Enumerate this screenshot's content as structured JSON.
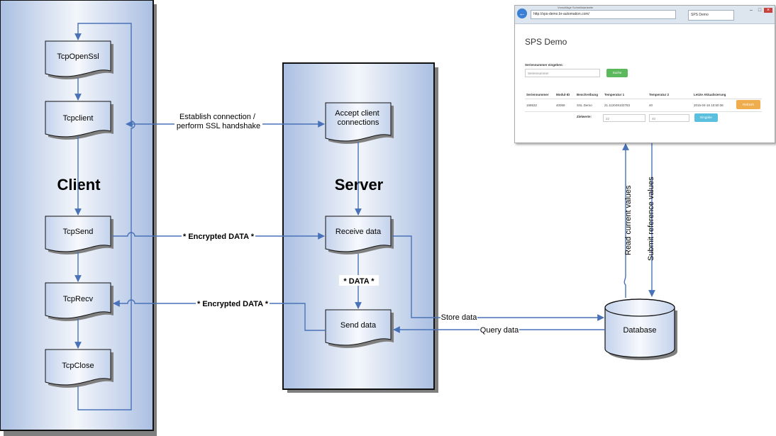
{
  "client": {
    "title": "Client",
    "steps": [
      "TcpOpenSsl",
      "Tcpclient",
      "TcpSend",
      "TcpRecv",
      "TcpClose"
    ]
  },
  "server": {
    "title": "Server",
    "steps": [
      "Accept client connections",
      "Receive data",
      "Send data"
    ],
    "internal_label": "* DATA *"
  },
  "connections": {
    "handshake": "Establish connection / perform SSL handshake",
    "send": "* Encrypted DATA *",
    "recv": "* Encrypted DATA *",
    "store": "Store data",
    "query": "Query data",
    "read": "Read current values",
    "submit": "Submit reference values"
  },
  "database": {
    "label": "Database"
  },
  "browser": {
    "address": "http://sps-demo.br-automation.com/",
    "tab": "SPS Demo",
    "bookmarks": "Vorschläge   Schnellstartseite",
    "heading": "SPS Demo",
    "search_label": "Seriennummer eingeben:",
    "search_placeholder": "Seriennummer",
    "search_button": "Suche",
    "columns": [
      "Seriennummer",
      "Modul-ID",
      "Beschreibung",
      "Temperatur 1",
      "Temperatur 2",
      "Letzte Aktualisierung"
    ],
    "row": [
      "168532",
      "40059",
      "SSL Demo",
      "21.112049102783",
      "40",
      "2015-04-16 10:50:36"
    ],
    "refresh_button": "Refresh",
    "target_label": "Zielwerte:",
    "target_values": [
      "22",
      "40"
    ],
    "submit_button": "Eingabe",
    "window_buttons": [
      "–",
      "□",
      "×"
    ]
  },
  "colors": {
    "lane_fill": "#b3c5e6",
    "wire": "#4a72b8",
    "doc_fill": "#dbe4f3"
  }
}
